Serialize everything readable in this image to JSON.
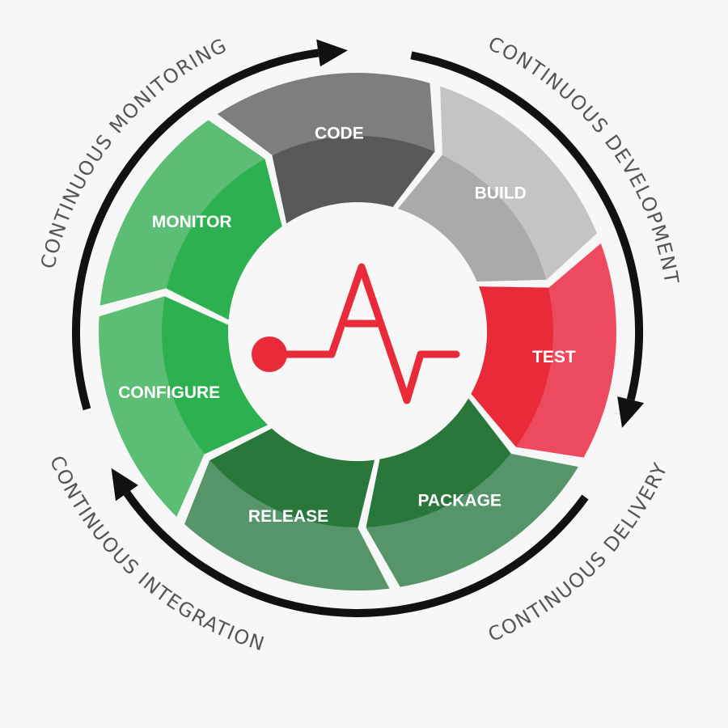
{
  "center_logo": {
    "icon": "pulse-a-logo-icon",
    "color": "#e92a39"
  },
  "stages": [
    {
      "label": "CODE",
      "inner_color": "#58595b",
      "outer_color": "#7d7e80"
    },
    {
      "label": "BUILD",
      "inner_color": "#a9aaab",
      "outer_color": "#c3c4c5"
    },
    {
      "label": "TEST",
      "inner_color": "#e92a39",
      "outer_color": "#ee4a5f"
    },
    {
      "label": "PACKAGE",
      "inner_color": "#2a773c",
      "outer_color": "#56956a"
    },
    {
      "label": "RELEASE",
      "inner_color": "#2a773c",
      "outer_color": "#56956a"
    },
    {
      "label": "CONFIGURE",
      "inner_color": "#2db04f",
      "outer_color": "#5bbe74"
    },
    {
      "label": "MONITOR",
      "inner_color": "#2db04f",
      "outer_color": "#5bbe74"
    }
  ],
  "cycle_labels": {
    "monitoring": "CONTINUOUS MONITORING",
    "development": "CONTINUOUS DEVELOPMENT",
    "delivery": "CONTINUOUS DELIVERY",
    "integration": "CONTINUOUS INTEGRATION"
  },
  "arrow_color": "#111111"
}
